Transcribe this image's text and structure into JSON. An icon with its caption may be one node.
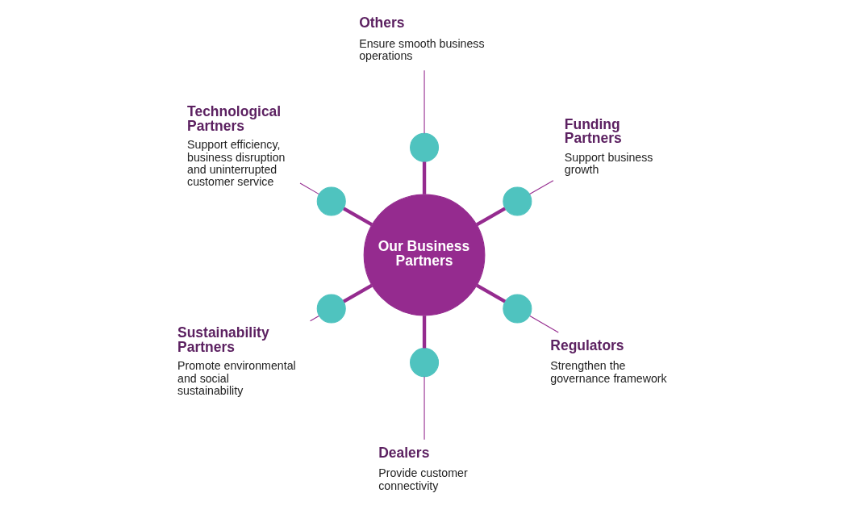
{
  "diagram": {
    "nodes": [
      {
        "text": [
          "Our Business Partners"
        ]
      },
      {
        "text": [
          "Funding Partners",
          "Support business growth"
        ]
      },
      {
        "text": [
          "Technological Partners",
          "Support efficiency, business disruption and uninterrupted customer service"
        ]
      },
      {
        "text": [
          "Others",
          "Ensure smooth business operations"
        ]
      },
      {
        "text": [
          "Dealers",
          "Provide customer connectivity"
        ]
      },
      {
        "text": [
          "Sustainability Partners",
          "Promote environmental and social sustainability"
        ]
      },
      {
        "text": [
          "Regulators",
          "Strengthen the governance framework"
        ]
      },
      {
        "text": [],
        "shape": "circle"
      },
      {
        "text": [],
        "shape": "circle"
      },
      {
        "text": [],
        "shape": "circle"
      },
      {
        "text": [],
        "shape": "circle"
      },
      {
        "text": [],
        "shape": "circle"
      },
      {
        "text": [],
        "shape": "circle"
      }
    ],
    "edges": [
      {
        "from": 0,
        "to": 7,
        "arrow": "none",
        "style": "thick"
      },
      {
        "from": 0,
        "to": 8,
        "arrow": "none",
        "style": "thick"
      },
      {
        "from": 0,
        "to": 9,
        "arrow": "none",
        "style": "thick"
      },
      {
        "from": 0,
        "to": 10,
        "arrow": "none",
        "style": "thick"
      },
      {
        "from": 0,
        "to": 11,
        "arrow": "none",
        "style": "thick"
      },
      {
        "from": 0,
        "to": 12,
        "arrow": "none",
        "style": "thick"
      },
      {
        "from": 1,
        "to": 7,
        "arrow": "none"
      },
      {
        "from": 2,
        "to": 9,
        "arrow": "none"
      },
      {
        "from": 3,
        "to": 8,
        "arrow": "none"
      },
      {
        "from": 4,
        "to": 11,
        "arrow": "none"
      },
      {
        "from": 5,
        "to": 10,
        "arrow": "none"
      },
      {
        "from": 6,
        "to": 12,
        "arrow": "none"
      }
    ]
  }
}
